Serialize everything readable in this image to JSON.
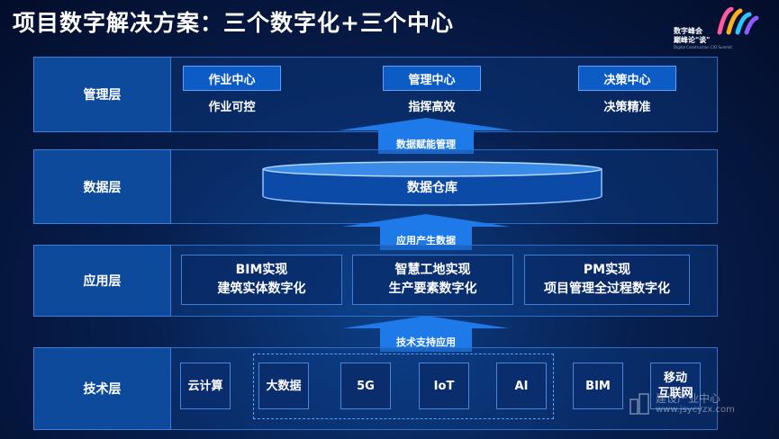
{
  "title": "项目数字解决方案：三个数字化+三个中心",
  "logo": {
    "line1": "数字峰会",
    "line2": "巅峰论\"谈\"",
    "sub": "Digital Construction CIO Summit"
  },
  "layers": {
    "management": {
      "label": "管理层",
      "centers": [
        {
          "name": "作业中心",
          "desc": "作业可控"
        },
        {
          "name": "管理中心",
          "desc": "指挥高效"
        },
        {
          "name": "决策中心",
          "desc": "决策精准"
        }
      ]
    },
    "data": {
      "label": "数据层",
      "warehouse": "数据仓库"
    },
    "application": {
      "label": "应用层",
      "boxes": [
        {
          "line1": "BIM实现",
          "line2": "建筑实体数字化"
        },
        {
          "line1": "智慧工地实现",
          "line2": "生产要素数字化"
        },
        {
          "line1": "PM实现",
          "line2": "项目管理全过程数字化"
        }
      ]
    },
    "technology": {
      "label": "技术层",
      "items": [
        "云计算",
        "大数据",
        "5G",
        "IoT",
        "AI",
        "BIM"
      ],
      "mobile": {
        "line1": "移动",
        "line2": "互联网"
      }
    }
  },
  "arrows": {
    "top": "数据赋能管理",
    "middle": "应用产生数据",
    "bottom": "技术支持应用"
  },
  "watermark": {
    "line1": "建设产业中心",
    "line2": "www.jsycyzx.com"
  },
  "colors": {
    "accent": "#0d5bc5",
    "band": "#2f6ec7"
  }
}
